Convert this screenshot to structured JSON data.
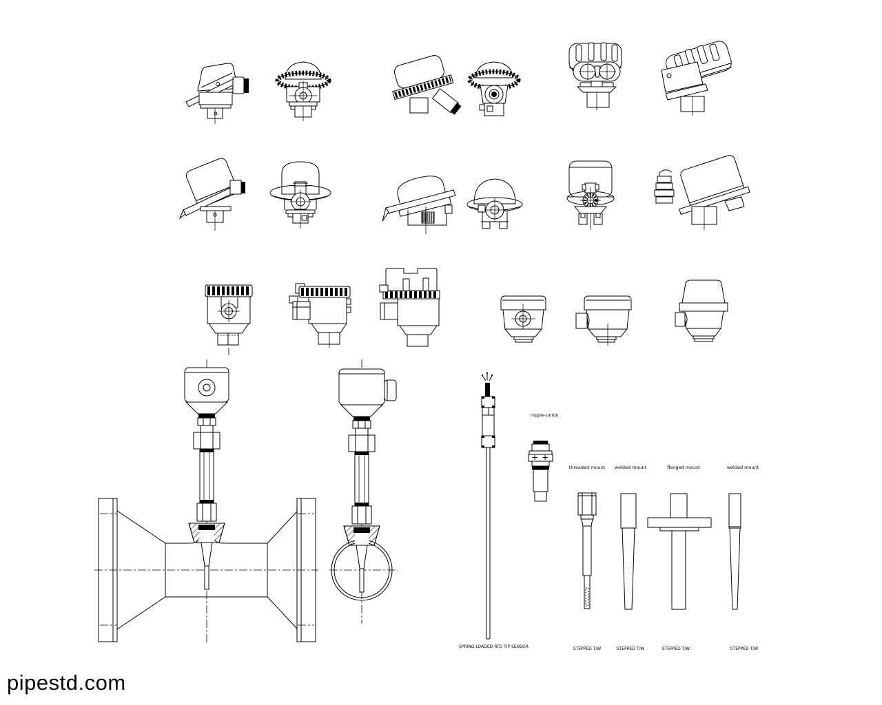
{
  "page": {
    "background_color": "#ffffff",
    "line_color": "#000000"
  },
  "watermark": {
    "text": "pipestd.com"
  },
  "labels": {
    "nipple_union": "nipple-union",
    "probe_caption": "SPRING LOADED RTD TIP SENSOR",
    "mount_types": [
      "threaded mount",
      "welded mount",
      "flanged mount",
      "welded mount"
    ],
    "well_notes": [
      "STEPPED T/W",
      "STEPPED T/W",
      "STEPPED T/W",
      "STEPPED T/W"
    ]
  },
  "figures": {
    "row1": [
      "head-hinged-cap-side",
      "head-knurled-dome-front",
      "head-knurled-ring-tilted",
      "head-knurled-ring-front",
      "housing-scalloped-cap-front",
      "housing-scalloped-cap-tilted"
    ],
    "row2": [
      "head-cylinder-tilted-hinge",
      "head-dome-front-fitting",
      "head-low-dome-tilted",
      "head-dome-flange-front",
      "head-flat-top-cylinder",
      "head-box-tilted-stack"
    ],
    "row3": [
      "head-knurled-cap-front",
      "head-knurled-cap-side",
      "head-knurled-cap-open",
      "small-head-front",
      "small-head-side",
      "small-head-dome"
    ],
    "bottom": [
      "flowtube-assembly-side-view",
      "pipe-assembly-end-view",
      "spring-loaded-probe",
      "nipple-union-sensor",
      "thermowell-threaded",
      "thermowell-welded",
      "thermowell-flanged",
      "thermowell-welded-tapered"
    ]
  }
}
